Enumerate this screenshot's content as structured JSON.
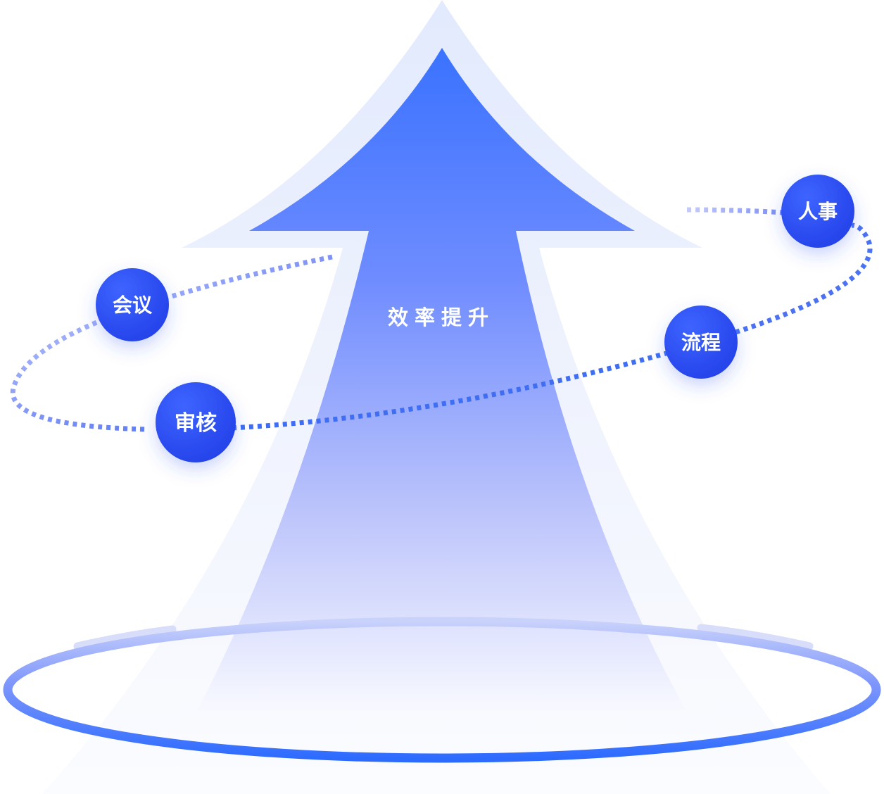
{
  "diagram": {
    "center_label": "效率提升",
    "nodes": [
      {
        "id": "hr",
        "label": "人事"
      },
      {
        "id": "meeting",
        "label": "会议"
      },
      {
        "id": "process",
        "label": "流程"
      },
      {
        "id": "review",
        "label": "审核"
      }
    ]
  },
  "colors": {
    "primary_blue": "#3a72ff",
    "node_blue": "#2e4ef0",
    "halo": "#e3ebfc",
    "ring": "#3d73ff",
    "dot_light": "#cdd4fb",
    "dot_dark": "#3b6cf2"
  }
}
